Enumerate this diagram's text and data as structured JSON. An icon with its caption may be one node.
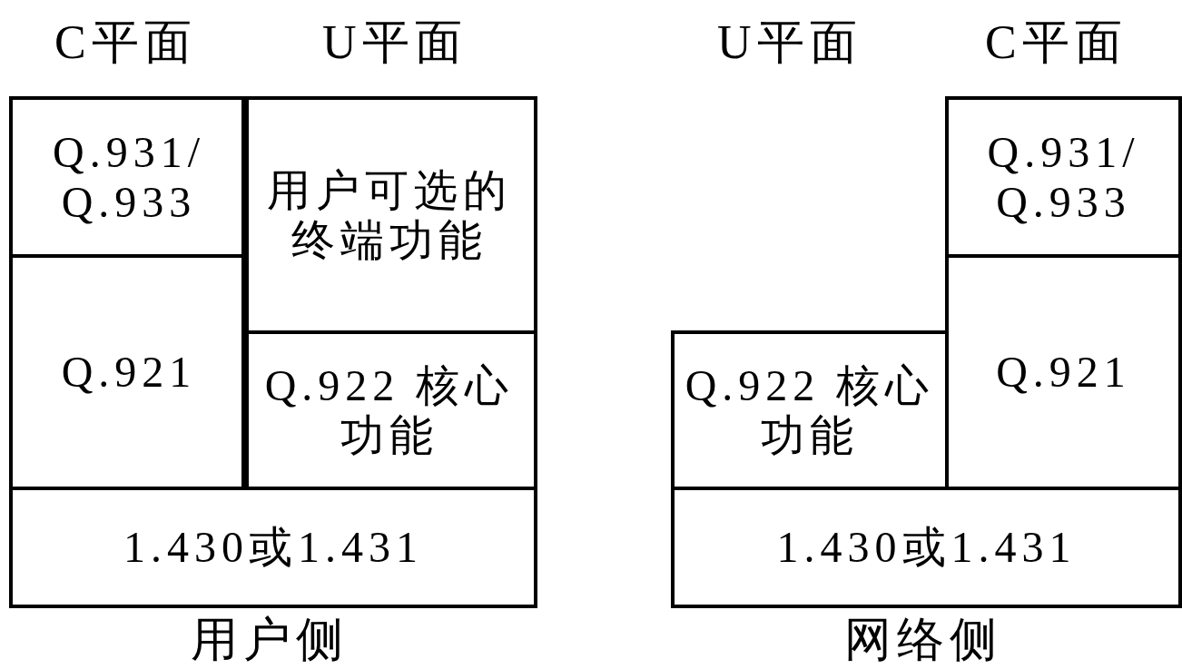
{
  "diagram": {
    "nodes": [
      {
        "text": [
          "Q.931/ Q.933"
        ]
      },
      {
        "text": [
          "用户可选的终端功能"
        ]
      },
      {
        "text": [
          "Q.921"
        ]
      },
      {
        "text": [
          "Q.922 核心功能"
        ]
      },
      {
        "text": [
          "1.430或1.431"
        ]
      },
      {
        "text": [
          "Q.931/ Q.933"
        ]
      },
      {
        "text": [
          "Q.922 核心功能"
        ]
      },
      {
        "text": [
          "Q.921"
        ]
      },
      {
        "text": [
          "1.430或1.431"
        ]
      }
    ],
    "labels": [
      "C平面",
      "U平面",
      "U平面",
      "C平面",
      "用户侧",
      "网络侧"
    ]
  }
}
